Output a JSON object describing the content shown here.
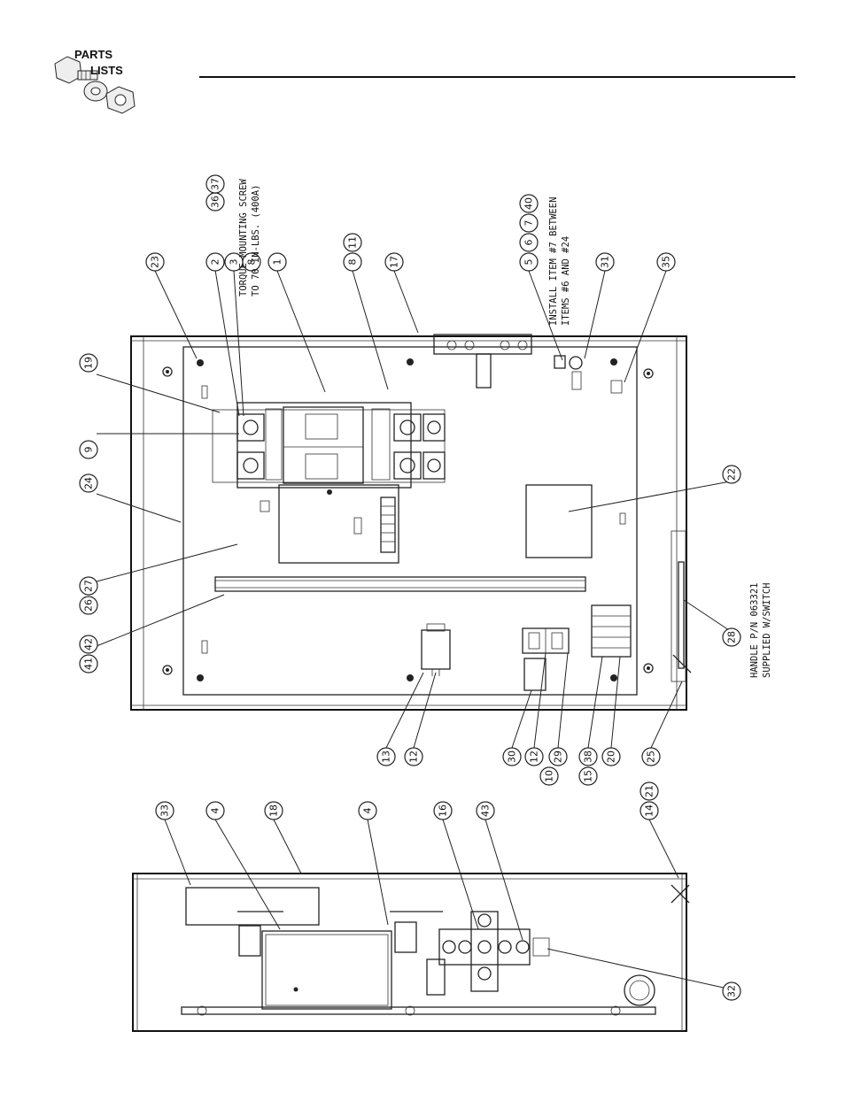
{
  "header": {
    "logo_line1": "PARTS",
    "logo_line2": "LISTS"
  },
  "notes": {
    "torque_line1": "TORQUE MOUNTING SCREW",
    "torque_line2": "TO 70 IN-LBS. (400A)",
    "install_line1": "INSTALL ITEM #7 BETWEEN",
    "install_line2": "ITEMS #6 AND #24",
    "handle_line1": "HANDLE P/N 063321",
    "handle_line2": "SUPPLIED W/SWITCH"
  },
  "callouts_top": [
    {
      "id": "c23",
      "label": "23"
    },
    {
      "id": "c2",
      "label": "2"
    },
    {
      "id": "c3",
      "label": "3"
    },
    {
      "id": "c8a",
      "label": "8"
    },
    {
      "id": "c36",
      "label": "36"
    },
    {
      "id": "c37",
      "label": "37"
    },
    {
      "id": "c1",
      "label": "1"
    },
    {
      "id": "c8b",
      "label": "8"
    },
    {
      "id": "c11",
      "label": "11"
    },
    {
      "id": "c17",
      "label": "17"
    },
    {
      "id": "c5",
      "label": "5"
    },
    {
      "id": "c6",
      "label": "6"
    },
    {
      "id": "c7",
      "label": "7"
    },
    {
      "id": "c40",
      "label": "40"
    },
    {
      "id": "c31",
      "label": "31"
    },
    {
      "id": "c35",
      "label": "35"
    },
    {
      "id": "c19",
      "label": "19"
    },
    {
      "id": "c9",
      "label": "9"
    },
    {
      "id": "c24",
      "label": "24"
    },
    {
      "id": "c26",
      "label": "26"
    },
    {
      "id": "c27",
      "label": "27"
    },
    {
      "id": "c41",
      "label": "41"
    },
    {
      "id": "c42",
      "label": "42"
    },
    {
      "id": "c22",
      "label": "22"
    },
    {
      "id": "c28",
      "label": "28"
    },
    {
      "id": "c13",
      "label": "13"
    },
    {
      "id": "c12a",
      "label": "12"
    },
    {
      "id": "c30",
      "label": "30"
    },
    {
      "id": "c12b",
      "label": "12"
    },
    {
      "id": "c10",
      "label": "10"
    },
    {
      "id": "c29",
      "label": "29"
    },
    {
      "id": "c15",
      "label": "15"
    },
    {
      "id": "c38",
      "label": "38"
    },
    {
      "id": "c20",
      "label": "20"
    },
    {
      "id": "c25",
      "label": "25"
    }
  ],
  "callouts_bottom": [
    {
      "id": "c33",
      "label": "33"
    },
    {
      "id": "c4a",
      "label": "4"
    },
    {
      "id": "c18",
      "label": "18"
    },
    {
      "id": "c4b",
      "label": "4"
    },
    {
      "id": "c16",
      "label": "16"
    },
    {
      "id": "c43",
      "label": "43"
    },
    {
      "id": "c14",
      "label": "14"
    },
    {
      "id": "c21",
      "label": "21"
    },
    {
      "id": "c32",
      "label": "32"
    }
  ]
}
